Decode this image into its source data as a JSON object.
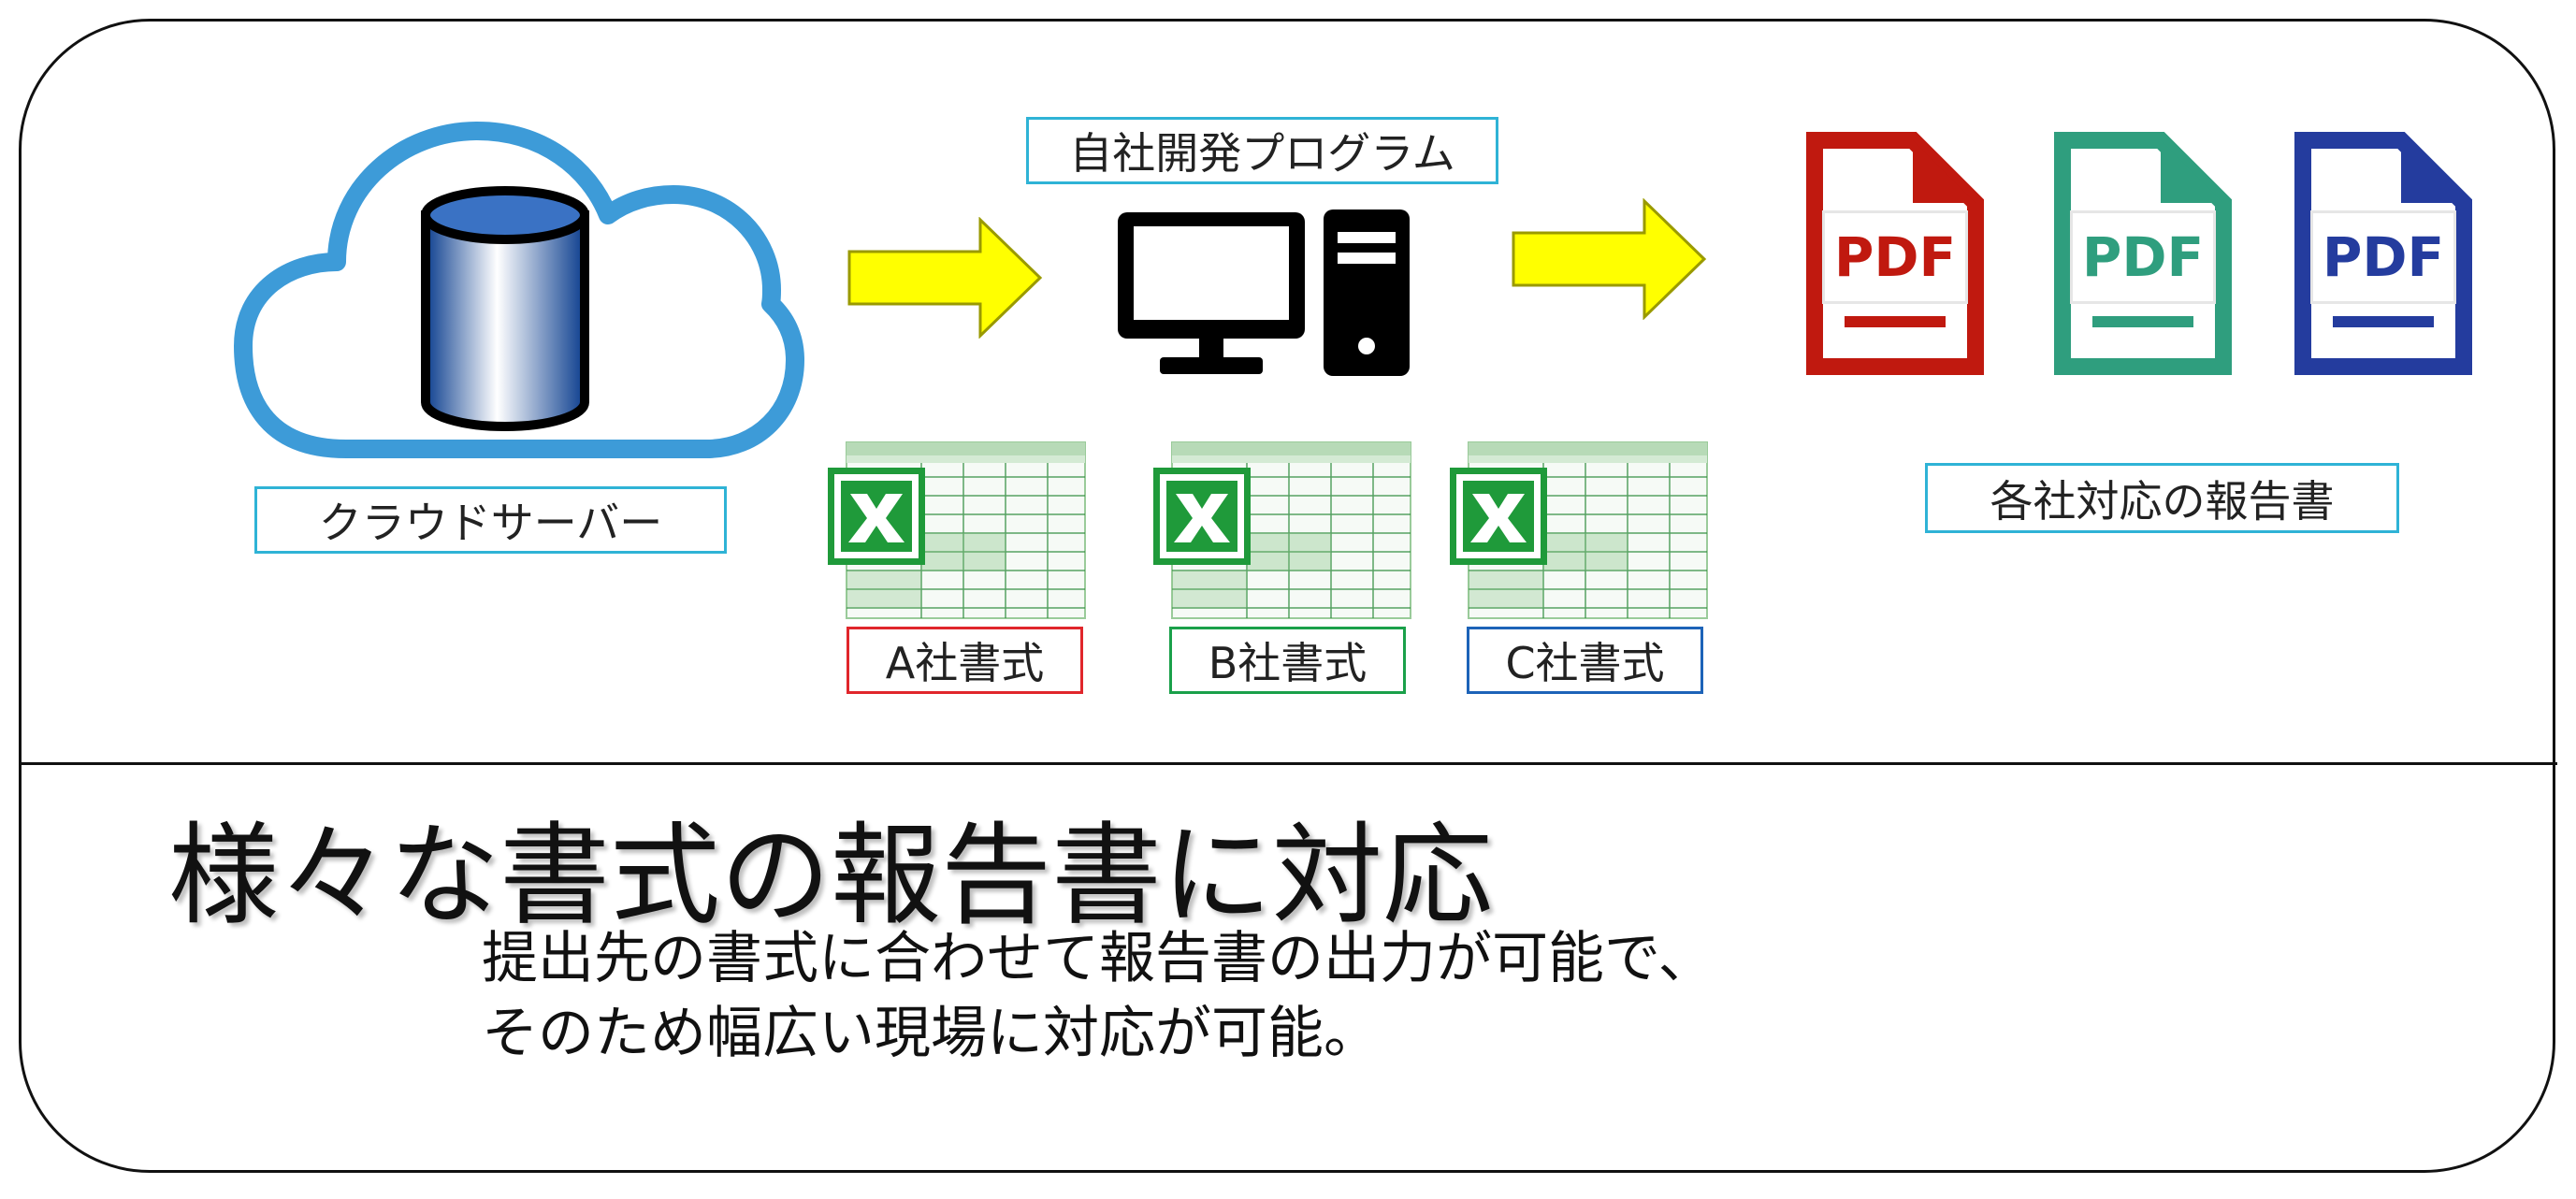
{
  "nodes": {
    "cloud_server": {
      "label": "クラウドサーバー"
    },
    "program": {
      "label": "自社開発プログラム"
    },
    "reports": {
      "label": "各社対応の報告書"
    },
    "formats": [
      {
        "label": "A社書式",
        "border_color": "#e0262b"
      },
      {
        "label": "B社書式",
        "border_color": "#1aa04a"
      },
      {
        "label": "C社書式",
        "border_color": "#1d63b8"
      }
    ],
    "pdf_files": [
      {
        "text": "PDF",
        "color": "#c0190f"
      },
      {
        "text": "PDF",
        "color": "#2f9e7e"
      },
      {
        "text": "PDF",
        "color": "#243c9e"
      }
    ]
  },
  "heading": "様々な書式の報告書に対応",
  "description": {
    "line1": "提出先の書式に合わせて報告書の出力が可能で、",
    "line2": "そのため幅広い現場に対応が可能。"
  },
  "colors": {
    "cloud": "#3d9bd8",
    "arrow_fill": "#ffff00",
    "arrow_stroke": "#9a9a00",
    "excel_green": "#1f9a3a",
    "label_border": "#2fb3d6"
  },
  "icons": [
    "cloud-icon",
    "database-icon",
    "computer-icon",
    "excel-icon",
    "pdf-file-icon",
    "arrow-right-icon"
  ]
}
